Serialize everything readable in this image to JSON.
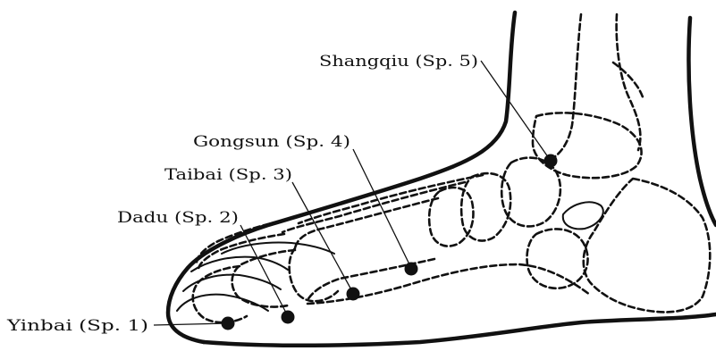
{
  "points": [
    {
      "id": "sp1",
      "label": "Yinbai (Sp. 1)"
    },
    {
      "id": "sp2",
      "label": "Dadu (Sp. 2)"
    },
    {
      "id": "sp3",
      "label": "Taibai (Sp. 3)"
    },
    {
      "id": "sp4",
      "label": "Gongsun (Sp. 4)"
    },
    {
      "id": "sp5",
      "label": "Shangqiu (Sp. 5)"
    }
  ],
  "colors": {
    "ink": "#111111",
    "background": "#ffffff"
  }
}
